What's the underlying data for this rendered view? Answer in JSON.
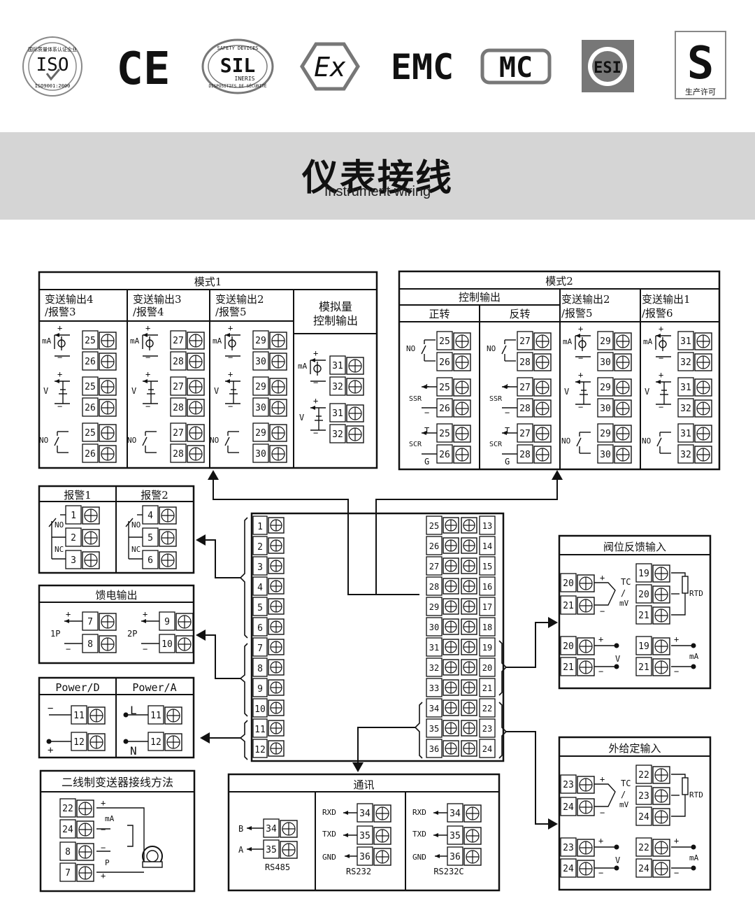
{
  "certifications": [
    {
      "name": "ISO",
      "sub": "ISO9001:2000",
      "ring": "国际质量体系认证企业",
      "icon": "iso-seal-icon"
    },
    {
      "name": "CE",
      "icon": "ce-mark-icon"
    },
    {
      "name": "SIL",
      "top": "SAFETY DEVICES",
      "sub": "INERIS",
      "bottom": "DISPOSITIFS DE SÉCURITÉ",
      "icon": "sil-seal-icon"
    },
    {
      "name": "Ex",
      "icon": "ex-hexagon-icon"
    },
    {
      "name": "EMC",
      "icon": "emc-mark-icon"
    },
    {
      "name": "MC",
      "icon": "cmc-mark-icon"
    },
    {
      "name": "ESI",
      "icon": "esi-mark-icon"
    },
    {
      "name": "S",
      "sub": "生产许可",
      "icon": "qs-mark-icon"
    }
  ],
  "title": {
    "cn": "仪表接线",
    "en": "Instrument wiring"
  },
  "mode1": {
    "title": "模式1",
    "cols": [
      {
        "h1": "变送输出4",
        "h2": "/报警3",
        "t": [
          "25",
          "26"
        ]
      },
      {
        "h1": "变送输出3",
        "h2": "/报警4",
        "t": [
          "27",
          "28"
        ]
      },
      {
        "h1": "变送输出2",
        "h2": "/报警5",
        "t": [
          "29",
          "30"
        ]
      }
    ],
    "analog": {
      "h1": "模拟量",
      "h2": "控制输出",
      "t": [
        "31",
        "32"
      ]
    }
  },
  "mode2": {
    "title": "模式2",
    "control": "控制输出",
    "forward": {
      "label": "正转",
      "t": [
        "25",
        "26"
      ]
    },
    "reverse": {
      "label": "反转",
      "t": [
        "27",
        "28"
      ]
    },
    "cols": [
      {
        "h1": "变送输出2",
        "h2": "/报警5",
        "t": [
          "29",
          "30"
        ]
      },
      {
        "h1": "变送输出1",
        "h2": "/报警6",
        "t": [
          "31",
          "32"
        ]
      }
    ]
  },
  "signals": {
    "ma": "mA",
    "v": "V",
    "no": "NO",
    "nc": "NC",
    "plus": "+",
    "minus": "−",
    "ssr": "SSR",
    "scr": "SCR",
    "t": "T",
    "g": "G",
    "p": "P",
    "tc": "TC",
    "slash": "/",
    "mv": "mV",
    "rtd": "RTD"
  },
  "alarm": {
    "a1": "报警1",
    "a2": "报警2",
    "t1": [
      "1",
      "2",
      "3"
    ],
    "t2": [
      "4",
      "5",
      "6"
    ]
  },
  "feed": {
    "title": "馈电输出",
    "p1": "1P",
    "p2": "2P",
    "t1": [
      "7",
      "8"
    ],
    "t2": [
      "9",
      "10"
    ]
  },
  "power": {
    "d": "Power/D",
    "a": "Power/A",
    "t": [
      "11",
      "12"
    ],
    "l": "L",
    "n": "N"
  },
  "twowire": {
    "title": "二线制变送器接线方法",
    "t": [
      "22",
      "24",
      "8",
      "7"
    ]
  },
  "comm": {
    "title": "通讯",
    "rs485": "RS485",
    "rs232": "RS232",
    "rs232c": "RS232C",
    "b": "B",
    "a": "A",
    "rxd": "RXD",
    "txd": "TXD",
    "gnd": "GND",
    "t485": [
      "34",
      "35"
    ],
    "t232": [
      "34",
      "35",
      "36"
    ]
  },
  "valve": {
    "title": "阀位反馈输入",
    "tc": [
      "20",
      "21"
    ],
    "rtd": [
      "19",
      "20",
      "21"
    ],
    "v": [
      "20",
      "21"
    ],
    "ma": [
      "19",
      "21"
    ]
  },
  "ext": {
    "title": "外给定输入",
    "tc": [
      "23",
      "24"
    ],
    "rtd": [
      "22",
      "23",
      "24"
    ],
    "v": [
      "23",
      "24"
    ],
    "ma": [
      "22",
      "24"
    ]
  },
  "center": {
    "left": [
      "1",
      "2",
      "3",
      "4",
      "5",
      "6",
      "7",
      "8",
      "9",
      "10",
      "11",
      "12"
    ],
    "rl": [
      "25",
      "26",
      "27",
      "28",
      "29",
      "30",
      "31",
      "32",
      "33",
      "34",
      "35",
      "36"
    ],
    "rr": [
      "13",
      "14",
      "15",
      "16",
      "17",
      "18",
      "19",
      "20",
      "21",
      "22",
      "23",
      "24"
    ]
  },
  "colors": {
    "band": "#d5d5d5",
    "line": "#111111",
    "logo": "#777777"
  }
}
